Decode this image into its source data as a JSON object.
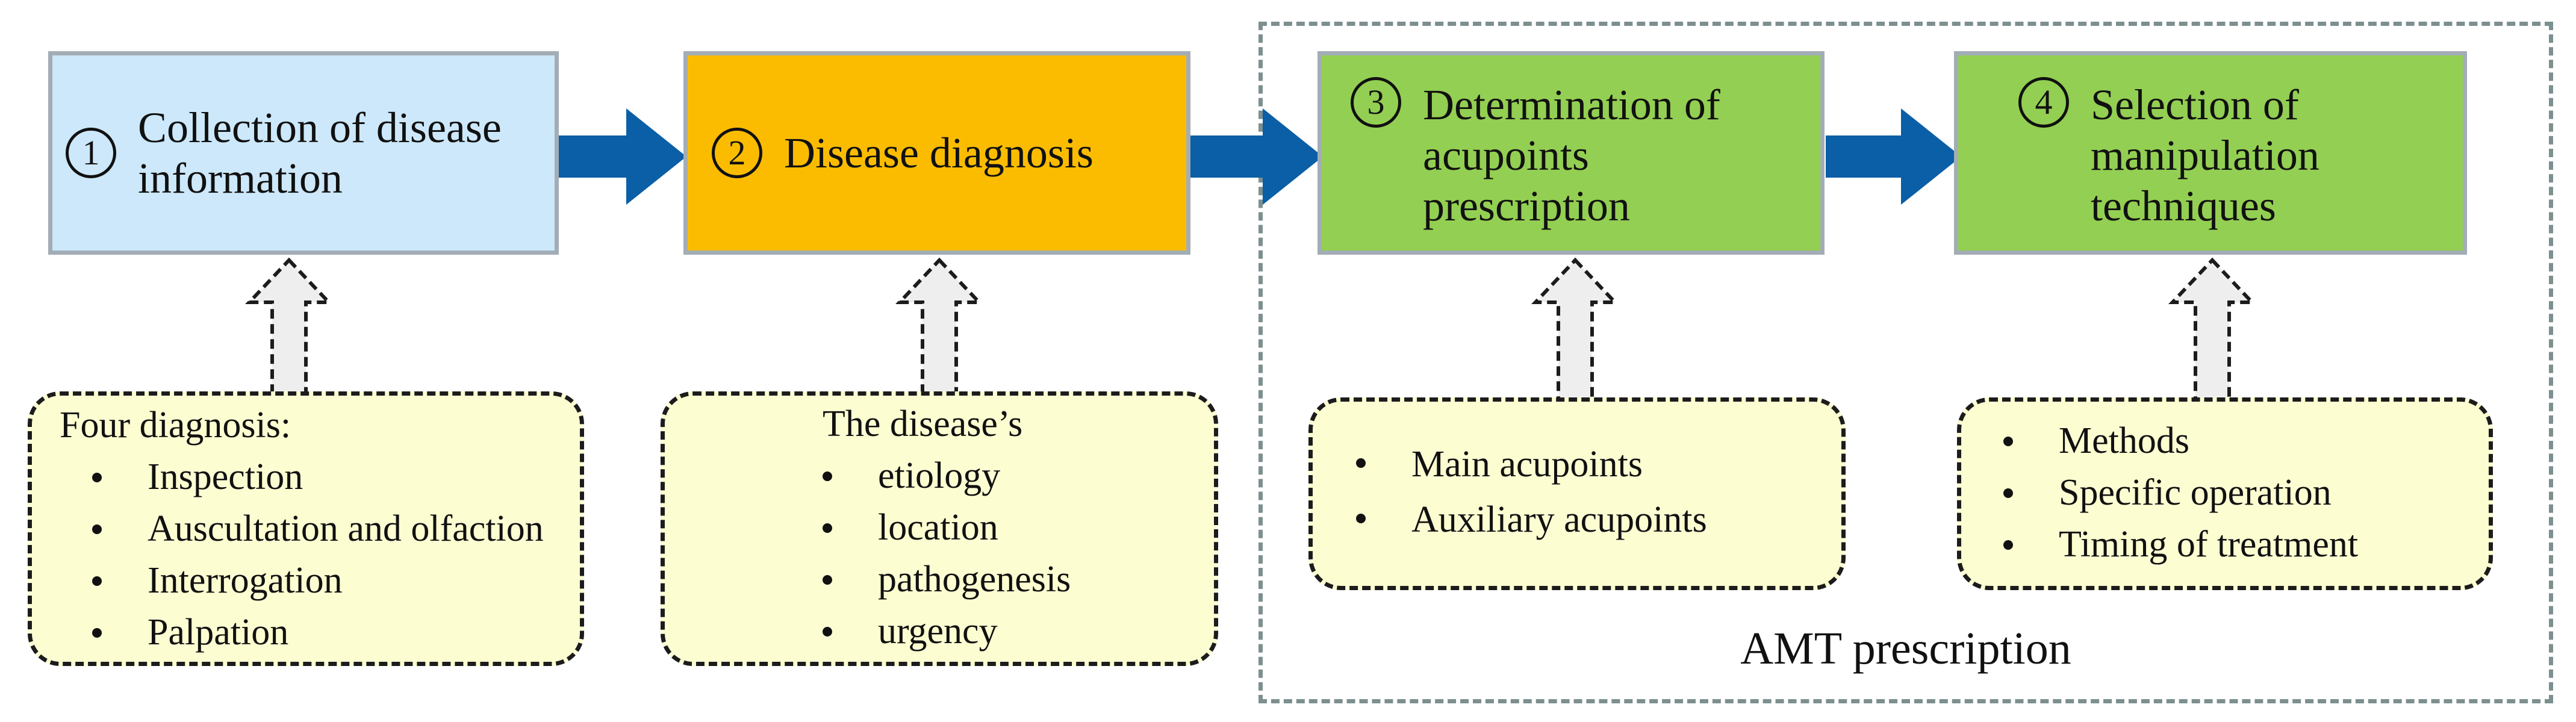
{
  "group": {
    "label": "AMT prescription"
  },
  "steps": [
    {
      "number": "1",
      "lines": [
        "Collection of disease",
        "information"
      ]
    },
    {
      "number": "2",
      "lines": [
        "Disease diagnosis"
      ]
    },
    {
      "number": "3",
      "lines": [
        "Determination of",
        "acupoints",
        "prescription"
      ]
    },
    {
      "number": "4",
      "lines": [
        "Selection of",
        "manipulation",
        "techniques"
      ]
    }
  ],
  "inputs": [
    {
      "heading": "Four diagnosis:",
      "items": [
        "Inspection",
        "Auscultation and olfaction",
        "Interrogation",
        "Palpation"
      ]
    },
    {
      "heading": "The disease’s",
      "items": [
        "etiology",
        "location",
        "pathogenesis",
        "urgency"
      ]
    },
    {
      "heading": "",
      "items": [
        "Main acupoints",
        "Auxiliary acupoints"
      ]
    },
    {
      "heading": "",
      "items": [
        "Methods",
        "Specific operation",
        "Timing of treatment"
      ]
    }
  ],
  "colors": {
    "step1": "#cce8fa",
    "step2": "#fbbc00",
    "step3": "#93cf52",
    "step4": "#93cf52",
    "flow_arrow": "#0a5fa6",
    "input_fill": "#fdfdd2",
    "up_arrow_fill": "#eeeeee",
    "group_border": "#7d8f8f"
  }
}
